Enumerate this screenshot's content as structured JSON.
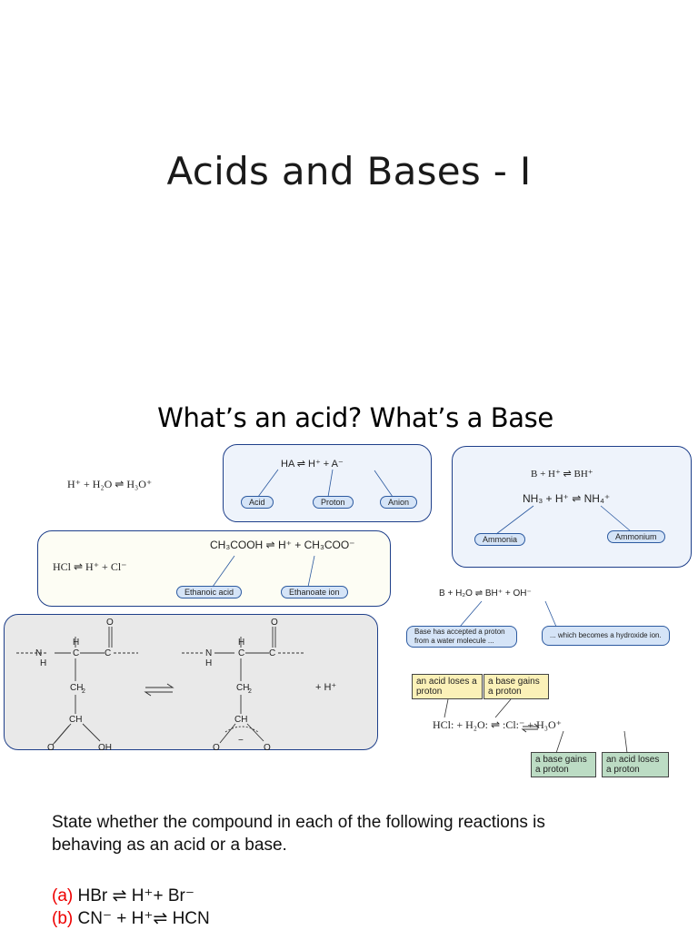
{
  "slide1": {
    "title": "Acids and Bases - I"
  },
  "slide2": {
    "title": "What’s an acid? What’s a Base",
    "eq_hydronium": "H⁺ + H₂O ⇌ H₃O⁺",
    "eq_hcl": "HCl ⇌ H⁺ + Cl⁻",
    "panel_ha": {
      "equation": "HA  ⇌  H⁺ +   A⁻",
      "labels": [
        "Acid",
        "Proton",
        "Anion"
      ]
    },
    "panel_base": {
      "eq1": "B + H⁺ ⇌ BH⁺",
      "eq2": "NH₃ + H⁺ ⇌ NH₄⁺",
      "labels": [
        "Ammonia",
        "Ammonium"
      ]
    },
    "panel_acetic": {
      "equation": "CH₃COOH ⇌ H⁺ + CH₃COO⁻",
      "labels": [
        "Ethanoic acid",
        "Ethanoate ion"
      ]
    },
    "base_water": {
      "equation": "B + H₂O ⇌ BH⁺ + OH⁻",
      "note1": "Base has accepted a proton from a water molecule ...",
      "note2": "... which becomes a hydroxide ion."
    },
    "amino": {
      "plus_h": "+  H⁺"
    },
    "hcl_water": {
      "tags_top": [
        "an acid loses a proton",
        "a base gains a proton"
      ],
      "equation": "HCl: +  H₂O:  ⇌  :Cl:⁻  +  H₃O⁺",
      "tags_bottom": [
        "a base gains a proton",
        "an acid loses a proton"
      ]
    },
    "question": "State whether the compound in each of the following reactions is behaving as an acid or a base.",
    "items": [
      {
        "label": "(a)",
        "text": "HBr ⇌ H⁺+ Br⁻"
      },
      {
        "label": "(b)",
        "text": "CN⁻ + H⁺⇌ HCN"
      }
    ]
  }
}
